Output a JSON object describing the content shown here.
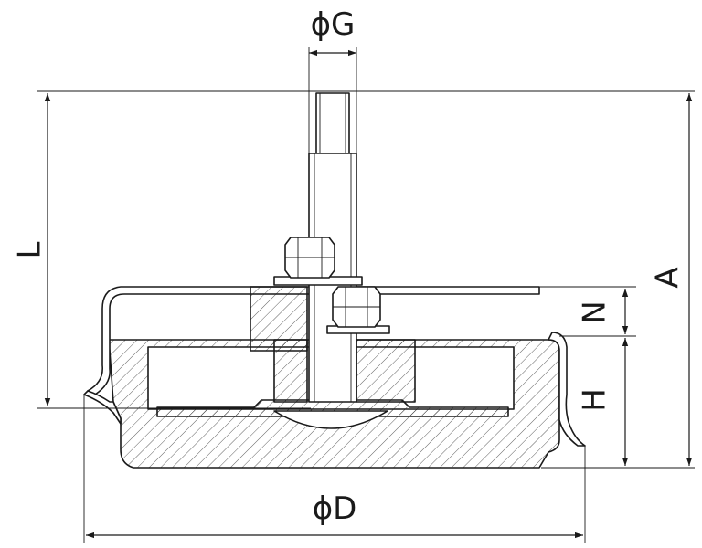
{
  "dimensions": {
    "phi_g": "ϕG",
    "phi_d": "ϕD",
    "l": "L",
    "a": "A",
    "n": "N",
    "h": "H"
  },
  "colors": {
    "ink": "#1a1a1a",
    "background": "#ffffff"
  }
}
